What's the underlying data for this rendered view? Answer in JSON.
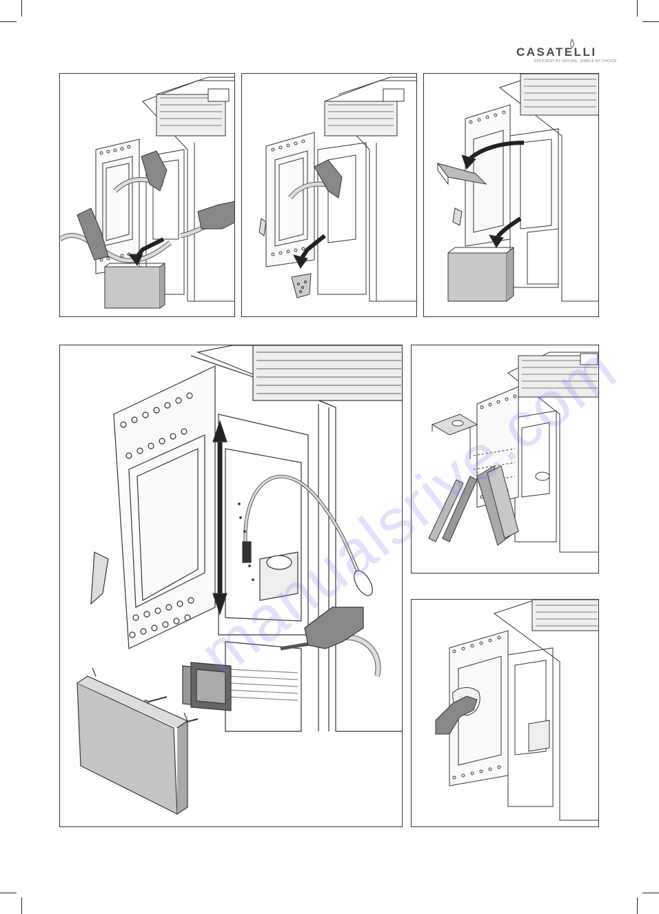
{
  "brand": {
    "name": "CASATELLI",
    "tagline": "EFFICIENT BY NATURE, SIMPLE BY CHOICE"
  },
  "watermark": "manualsrive.com",
  "colors": {
    "line": "#333333",
    "fill_light": "#e6e6e6",
    "fill_mid": "#b8b8b8",
    "glove": "#7a7a7a",
    "watermark": "#7878e6"
  },
  "figures": [
    {
      "id": "vacuum-ash-box",
      "icons": [
        "stove-icon",
        "vacuum-hose-icon",
        "glove-icon",
        "ash-drawer-icon",
        "arrow-down-icon"
      ]
    },
    {
      "id": "empty-burn-pot",
      "icons": [
        "stove-icon",
        "vacuum-hose-icon",
        "glove-icon",
        "burn-pot-icon",
        "arrow-down-icon"
      ]
    },
    {
      "id": "remove-deflector",
      "icons": [
        "stove-icon",
        "deflector-plate-icon",
        "ash-drawer-icon",
        "arrow-icon"
      ]
    },
    {
      "id": "clean-flue-passages",
      "icons": [
        "stove-icon",
        "double-arrow-icon",
        "flue-brush-icon",
        "inspection-plate-icon",
        "screw-icon",
        "front-panel-icon",
        "vacuum-hose-icon",
        "glove-icon"
      ]
    },
    {
      "id": "remove-side-panels",
      "icons": [
        "stove-icon",
        "deflector-plate-icon",
        "side-panel-icon"
      ]
    },
    {
      "id": "clean-glass",
      "icons": [
        "stove-icon",
        "glove-icon",
        "cloth-icon"
      ]
    }
  ]
}
